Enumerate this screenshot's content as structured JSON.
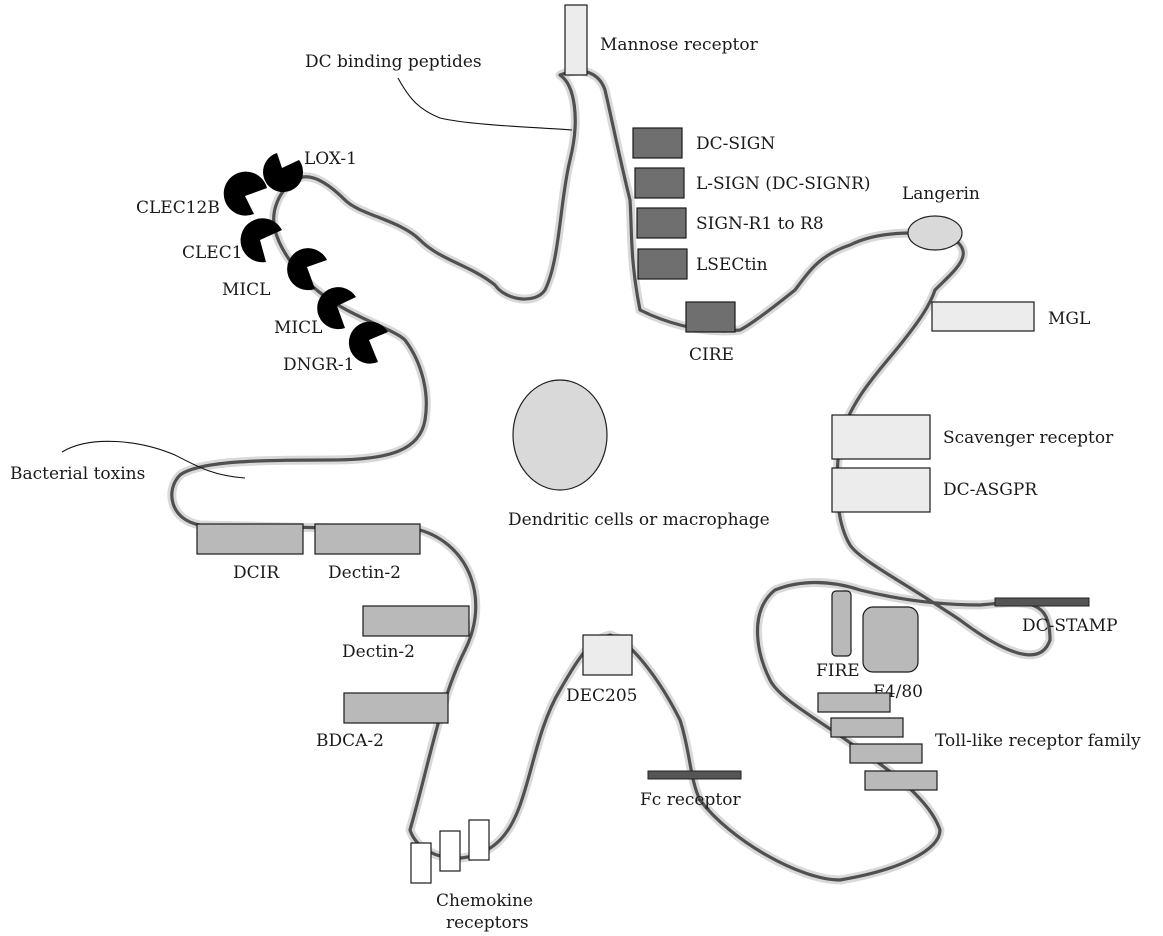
{
  "labels": {
    "mannose_receptor": "Mannose receptor",
    "dc_binding_peptides": "DC binding peptides",
    "dc_sign": "DC-SIGN",
    "l_sign": "L-SIGN (DC-SIGNR)",
    "sign_r1_r8": "SIGN-R1 to R8",
    "lsectin": "LSECtin",
    "cire": "CIRE",
    "langerin": "Langerin",
    "mgl": "MGL",
    "scavenger_receptor": "Scavenger receptor",
    "dc_asgpr": "DC-ASGPR",
    "dc_stamp": "DC-STAMP",
    "fire": "FIRE",
    "f4_80": "F4/80",
    "toll_like": "Toll-like receptor family",
    "fc_receptor": "Fc receptor",
    "dec205": "DEC205",
    "chemokine_line1": "Chemokine",
    "chemokine_line2": "receptors",
    "bdca2": "BDCA-2",
    "dectin2_lower": "Dectin-2",
    "dectin2_upper": "Dectin-2",
    "dcir": "DCIR",
    "bacterial_toxins": "Bacterial toxins",
    "center_cell": "Dendritic cells or macrophage",
    "lox1": "LOX-1",
    "clec12b": "CLEC12B",
    "clec1": "CLEC1",
    "micl_upper": "MICL",
    "micl_lower": "MICL",
    "dngr1": "DNGR-1"
  },
  "colors": {
    "membrane": "#505050",
    "membrane_halo": "#d9d9d9",
    "dark_receptor": "#6f6f6f",
    "mid_receptor": "#b9b9b9",
    "light_receptor": "#ececec",
    "nucleus": "#d9d9d9",
    "lectin_black": "#000000"
  }
}
